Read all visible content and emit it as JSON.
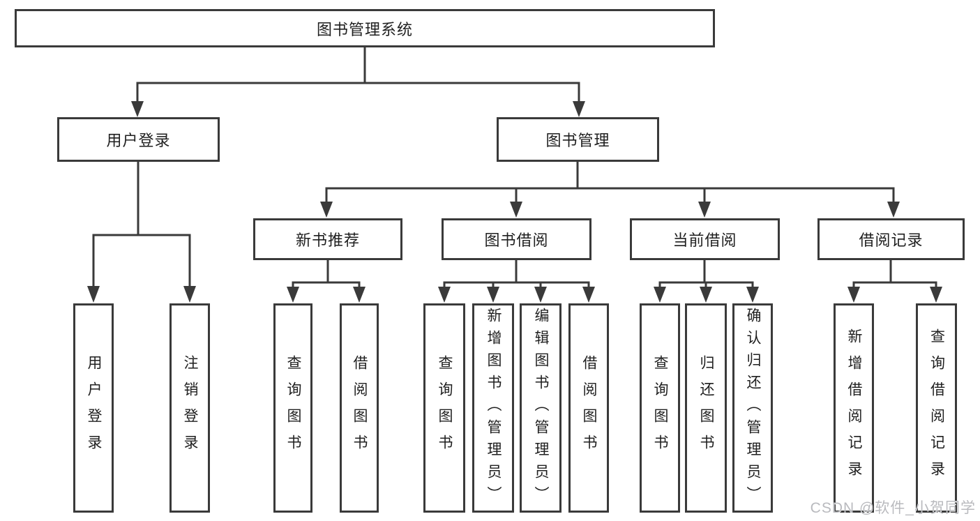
{
  "tree": {
    "root": "图书管理系统",
    "branches": [
      {
        "label": "用户登录",
        "children": [
          "用户登录",
          "注销登录"
        ]
      },
      {
        "label": "图书管理",
        "sections": [
          {
            "label": "新书推荐",
            "children": [
              "查询图书",
              "借阅图书"
            ]
          },
          {
            "label": "图书借阅",
            "children": [
              "查询图书",
              "新增图书（管理员）",
              "编辑图书（管理员）",
              "借阅图书"
            ]
          },
          {
            "label": "当前借阅",
            "children": [
              "查询图书",
              "归还图书",
              "确认归还（管理员）"
            ]
          },
          {
            "label": "借阅记录",
            "children": [
              "新增借阅记录",
              "查询借阅记录"
            ]
          }
        ]
      }
    ]
  },
  "watermark": "CSDN @软件_小贺同学",
  "colors": {
    "line": "#3a3a3a",
    "text": "#1f1f1f",
    "watermark": "#b9babe",
    "background": "#ffffff"
  }
}
